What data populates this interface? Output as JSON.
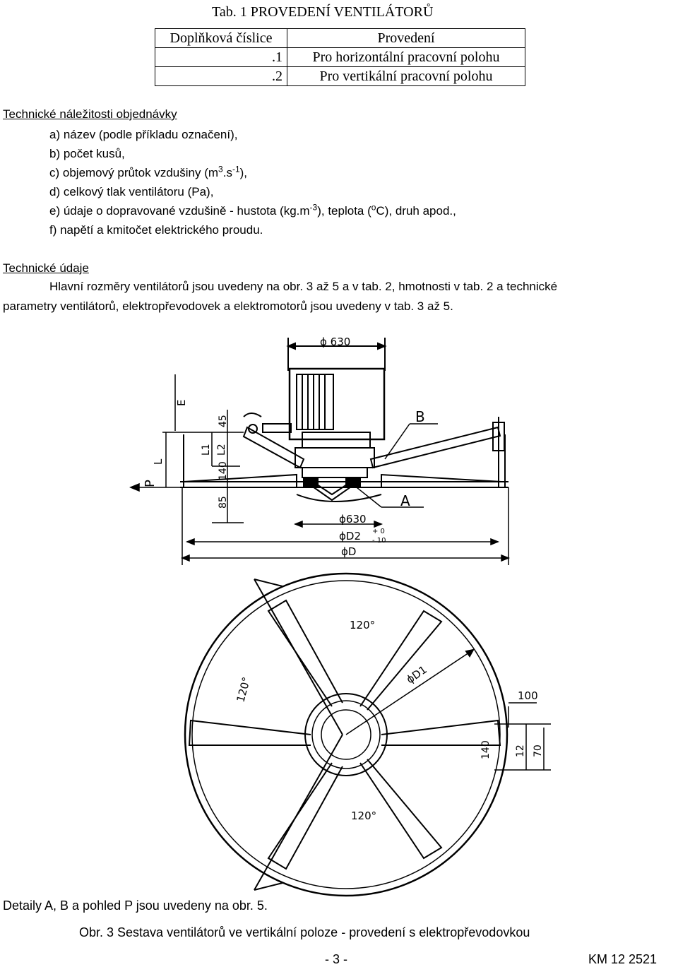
{
  "table": {
    "title": "Tab. 1  PROVEDENÍ  VENTILÁTORŮ",
    "headers": [
      "Doplňková číslice",
      "Provedení"
    ],
    "rows": [
      {
        "code": ".1",
        "desc": "Pro horizontální pracovní polohu"
      },
      {
        "code": ".2",
        "desc": "Pro vertikální pracovní polohu"
      }
    ]
  },
  "order": {
    "heading": "Technické náležitosti objednávky",
    "a": "a) název (podle příkladu označení),",
    "b": "b) počet kusů,",
    "c_pre": "c) objemový průtok vzdušiny (m",
    "c_sup1": "3",
    "c_mid": ".s",
    "c_sup2": "-1",
    "c_post": "),",
    "d": "d) celkový tlak ventilátoru (Pa),",
    "e_pre": "e) údaje o dopravované vzdušině - hustota (kg.m",
    "e_sup1": "-3",
    "e_mid": "), teplota (",
    "e_sup2": "o",
    "e_post": "C), druh apod.,",
    "f": "f) napětí a kmitočet elektrického proudu."
  },
  "tech": {
    "heading": "Technické údaje",
    "line1": "Hlavní rozměry ventilátorů jsou uvedeny na obr. 3 až 5 a v tab. 2, hmotnosti v tab. 2 a technické",
    "line2": "parametry ventilátorů, elektropřevodovek a elektromotorů jsou uvedeny v tab. 3 až 5."
  },
  "drawing": {
    "dim_top": "ϕ 630",
    "label_B": "B",
    "label_A": "A",
    "label_P": "P",
    "dim_630b": "ϕ630",
    "dim_D2": "ϕD2",
    "dim_D2_tol_plus": "+ 0",
    "dim_D2_tol_minus": "- 10",
    "dim_D": "ϕD",
    "dim_E": "E",
    "dim_L": "L",
    "dim_L1": "L1",
    "dim_L2": "L2",
    "dim_45": "45",
    "dim_140": "140",
    "dim_85": "85",
    "angle_top": "120°",
    "angle_left": "120°",
    "angle_bottom": "120°",
    "dim_D1": "ϕD1",
    "dim_100": "100",
    "dim_140b": "140",
    "dim_12": "12",
    "dim_70": "70"
  },
  "details_note": "Detaily A, B a pohled P jsou uvedeny na obr. 5.",
  "caption": "Obr. 3  Sestava ventilátorů ve vertikální poloze - provedení s elektropřevodovkou",
  "page_number": "- 3 -",
  "doc_code": "KM 12 2521"
}
